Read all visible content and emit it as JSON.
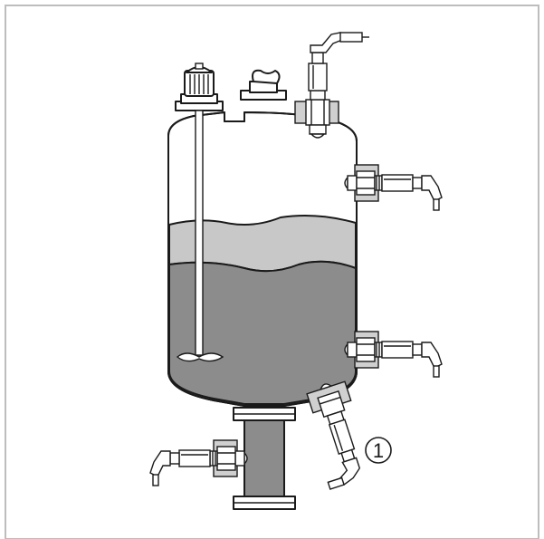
{
  "diagram": {
    "callout": {
      "label": "1"
    },
    "colors": {
      "frame": "#bdbdbd",
      "outline": "#1a1a1a",
      "foam": "#c8c8c8",
      "liquid": "#8c8c8c",
      "sensor_body": "#ffffff",
      "flange_gray": "#d0d0d0"
    },
    "icons": [
      "vessel",
      "agitator",
      "level-sensor",
      "cable-connector",
      "pipe-flange"
    ]
  }
}
